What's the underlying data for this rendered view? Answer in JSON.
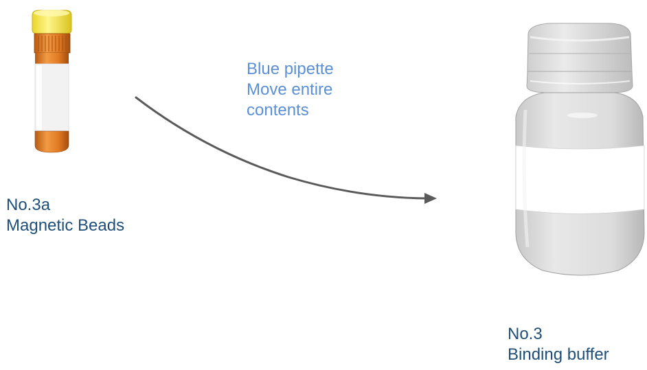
{
  "instruction": {
    "line1": "Blue pipette",
    "line2": "Move entire",
    "line3": "contents"
  },
  "tube": {
    "number": "No.3a",
    "name": "Magnetic Beads"
  },
  "bottle": {
    "number": "No.3",
    "name": "Binding buffer"
  },
  "colors": {
    "label_text": "#1f4e79",
    "instruction_text": "#5b8fd6",
    "arrow": "#5a5a5a",
    "tube_body": "#d9731f",
    "tube_cap": "#f7e84a",
    "bottle_body": "#d6d6d6"
  }
}
